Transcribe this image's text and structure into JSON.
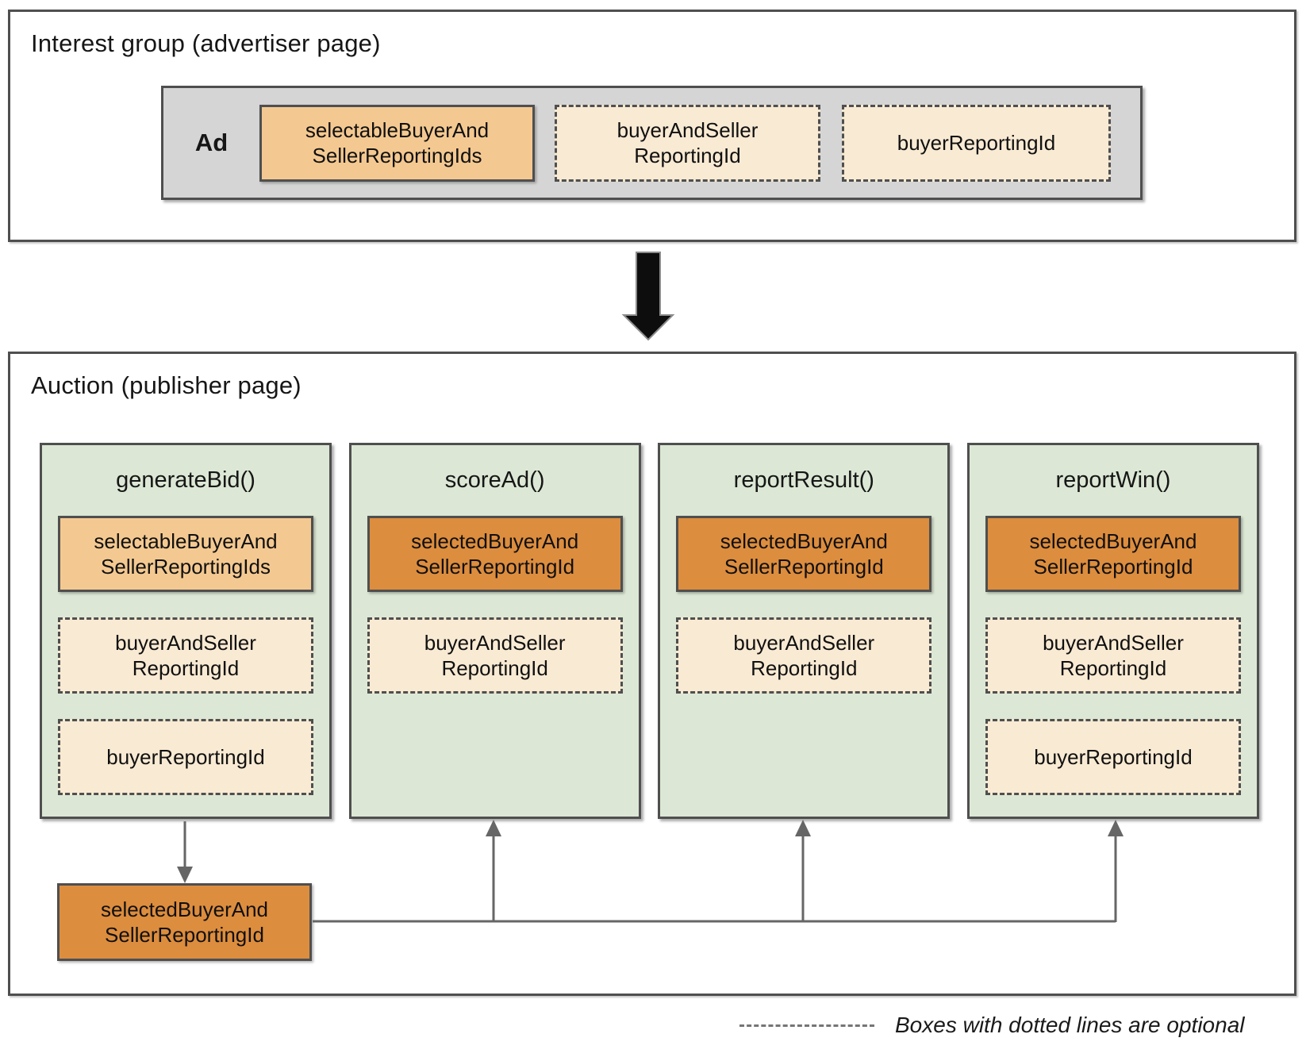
{
  "interest_group": {
    "title": "Interest group (advertiser page)",
    "ad_label": "Ad",
    "boxes": [
      {
        "label": "selectableBuyerAnd SellerReportingIds",
        "optional": false,
        "emphasis": "light-orange"
      },
      {
        "label": "buyerAndSeller ReportingId",
        "optional": true,
        "emphasis": "cream"
      },
      {
        "label": "buyerReportingId",
        "optional": true,
        "emphasis": "cream"
      }
    ]
  },
  "flow": {
    "interest_to_auction_arrow": "down"
  },
  "auction": {
    "title": "Auction (publisher page)",
    "functions": [
      {
        "name": "generateBid()",
        "boxes": [
          {
            "label": "selectableBuyerAnd SellerReportingIds",
            "optional": false,
            "emphasis": "light-orange"
          },
          {
            "label": "buyerAndSeller ReportingId",
            "optional": true,
            "emphasis": "cream"
          },
          {
            "label": "buyerReportingId",
            "optional": true,
            "emphasis": "cream"
          }
        ]
      },
      {
        "name": "scoreAd()",
        "boxes": [
          {
            "label": "selectedBuyerAnd SellerReportingId",
            "optional": false,
            "emphasis": "dark-orange"
          },
          {
            "label": "buyerAndSeller ReportingId",
            "optional": true,
            "emphasis": "cream"
          }
        ]
      },
      {
        "name": "reportResult()",
        "boxes": [
          {
            "label": "selectedBuyerAnd SellerReportingId",
            "optional": false,
            "emphasis": "dark-orange"
          },
          {
            "label": "buyerAndSeller ReportingId",
            "optional": true,
            "emphasis": "cream"
          }
        ]
      },
      {
        "name": "reportWin()",
        "boxes": [
          {
            "label": "selectedBuyerAnd SellerReportingId",
            "optional": false,
            "emphasis": "dark-orange"
          },
          {
            "label": "buyerAndSeller ReportingId",
            "optional": true,
            "emphasis": "cream"
          },
          {
            "label": "buyerReportingId",
            "optional": true,
            "emphasis": "cream"
          }
        ]
      }
    ],
    "selected_output_label": "selectedBuyerAnd SellerReportingId"
  },
  "legend": {
    "text": "Boxes with dotted lines are optional"
  },
  "colors": {
    "panel_border": "#4f4f4f",
    "ad_bar_fill": "#d5d5d5",
    "function_fill": "#dce8d5",
    "light_orange": "#f4c991",
    "dark_orange": "#dd8d3e",
    "cream": "#f9ead3",
    "connector_gray": "#666666",
    "big_arrow_black": "#0d0d0d"
  }
}
